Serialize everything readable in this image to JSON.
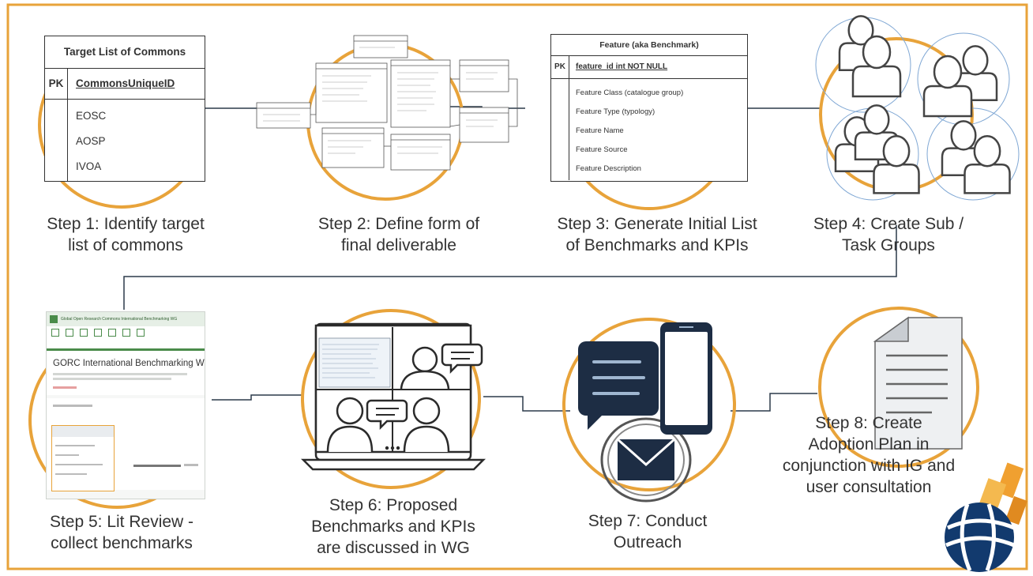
{
  "steps": [
    {
      "id": 1,
      "label_lines": [
        "Step 1: Identify target",
        "list of commons"
      ]
    },
    {
      "id": 2,
      "label_lines": [
        "Step 2: Define form of",
        "final deliverable"
      ]
    },
    {
      "id": 3,
      "label_lines": [
        "Step 3: Generate Initial List",
        "of Benchmarks and KPIs"
      ]
    },
    {
      "id": 4,
      "label_lines": [
        "Step 4: Create Sub /",
        "Task Groups"
      ]
    },
    {
      "id": 5,
      "label_lines": [
        "Step 5: Lit Review -",
        "collect benchmarks"
      ]
    },
    {
      "id": 6,
      "label_lines": [
        "Step 6: Proposed",
        "Benchmarks and KPIs",
        "are discussed in WG"
      ]
    },
    {
      "id": 7,
      "label_lines": [
        "Step 7: Conduct",
        "Outreach"
      ]
    },
    {
      "id": 8,
      "label_lines": [
        "Step 8: Create",
        "Adoption Plan in",
        "conjunction with IG and",
        "user consultation"
      ]
    }
  ],
  "target_table": {
    "title": "Target List of Commons",
    "pk_label": "PK",
    "pk_field": "CommonsUniqueID",
    "rows": [
      "EOSC",
      "AOSP",
      "IVOA"
    ]
  },
  "feature_table": {
    "title": "Feature (aka Benchmark)",
    "pk_label": "PK",
    "pk_field": "feature_id int NOT NULL",
    "rows": [
      "Feature Class (catalogue group)",
      "Feature Type (typology)",
      "Feature Name",
      "Feature Source",
      "Feature Description"
    ]
  },
  "form_mock": {
    "header": "Global Open Research Commons International Benchmarking WG",
    "form_title": "GORC International Benchmarking WG"
  },
  "colors": {
    "circle": "#e8a33a",
    "frame": "#e8a33a",
    "line": "#2b3a4a",
    "icon_navy": "#1d2d44",
    "people_circle": "#7fa7d4",
    "people_fill": "#ffffff",
    "people_stroke": "#444444",
    "form_green": "#4a8b4a",
    "logo_orange": "#f0a030",
    "logo_blue": "#123a6e"
  },
  "icons": [
    "database-schema-icon",
    "people-group-icon",
    "form-screenshot-icon",
    "video-call-laptop-icon",
    "chat-bubble-icon",
    "smartphone-icon",
    "email-envelope-icon",
    "document-icon",
    "globe-logo-icon"
  ]
}
